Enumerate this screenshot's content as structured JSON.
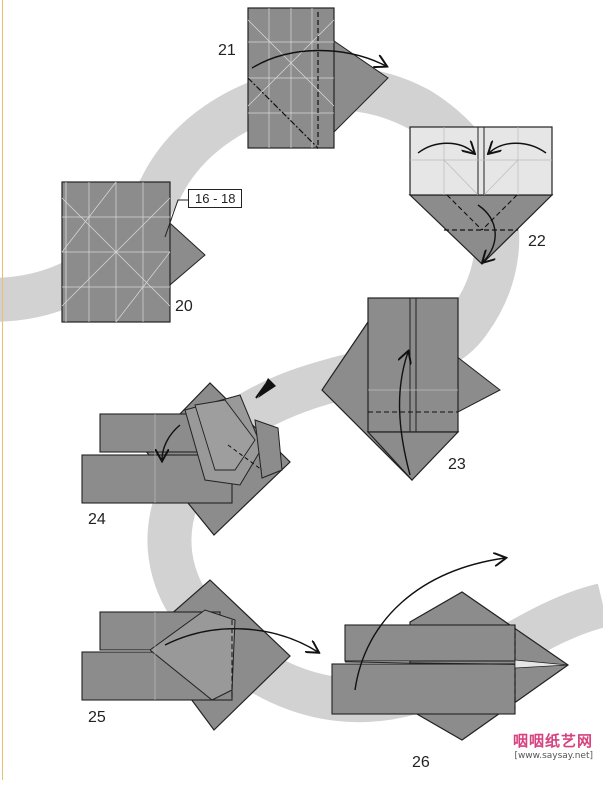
{
  "steps": {
    "s20": "20",
    "s21": "21",
    "s22": "22",
    "s23": "23",
    "s24": "24",
    "s25": "25",
    "s26": "26"
  },
  "reference_label": "16 - 18",
  "watermark": {
    "site_name": "咽咽纸艺网",
    "url": "[www.saysay.net]"
  },
  "colors": {
    "paper": "#8c8c8c",
    "paper_light": "#e6e6e6",
    "swirl": "#d2d2d2",
    "crease": "#d9d9d9",
    "outline": "#222222"
  }
}
